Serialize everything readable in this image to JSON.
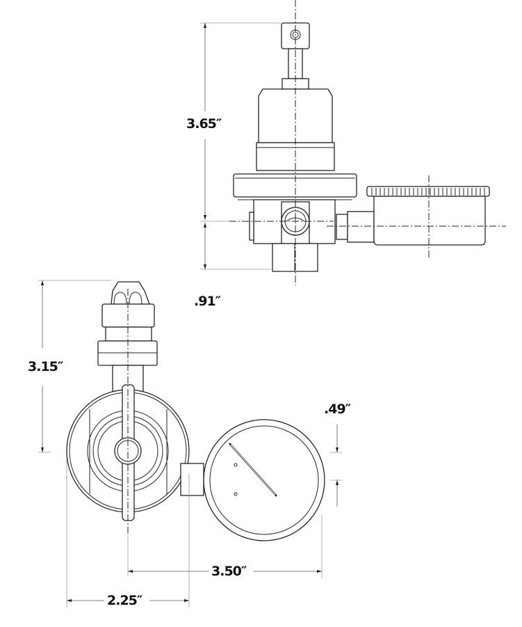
{
  "dimensions": {
    "top_height": "3.65″",
    "port_offset": ".91″",
    "side_height": "3.15″",
    "gauge_offset": ".49″",
    "gauge_span": "3.50″",
    "body_width": "2.25″"
  },
  "colors": {
    "line": "#222222",
    "background": "#ffffff"
  }
}
